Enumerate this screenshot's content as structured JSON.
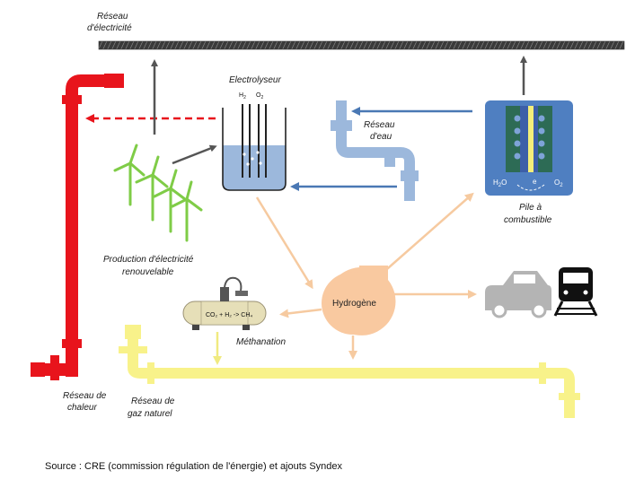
{
  "labels": {
    "reseau_electricite": [
      "Réseau",
      "d'électricité"
    ],
    "electrolyseur": "Electrolyseur",
    "h2": "H",
    "h2_sub": "2",
    "o2": "O",
    "o2_sub": "2",
    "reseau_eau": [
      "Réseau",
      "d'eau"
    ],
    "pile": [
      "Pile à",
      "combustible"
    ],
    "pile_h2o": "H",
    "pile_h2o_sub": "2",
    "pile_h2o_o": "O",
    "pile_e": "e",
    "pile_o2": "O",
    "pile_o2_sub": "2",
    "production": [
      "Production d'électricité",
      "renouvelable"
    ],
    "hydrogene": "Hydrogène",
    "methanation": "Méthanation",
    "methanation_formula": "CO₂ + H₂ -> CH₄",
    "reseau_chaleur": [
      "Réseau de",
      "chaleur"
    ],
    "reseau_gaz": [
      "Réseau de",
      "gaz naturel"
    ]
  },
  "source": "Source : CRE (commission régulation de l'énergie) et ajouts Syndex",
  "colors": {
    "heat": "#e8141c",
    "gas": "#f8f28a",
    "water": "#9cb8dc",
    "water_arrow": "#4a78b4",
    "hydrogen_flow": "#f6caa0",
    "hydrogen_tank": "#f9c9a0",
    "fuel_cell": "#4f7fc1",
    "grid": "#555555",
    "wind": "#7fcc47",
    "vehicle": "#b4b4b4"
  }
}
